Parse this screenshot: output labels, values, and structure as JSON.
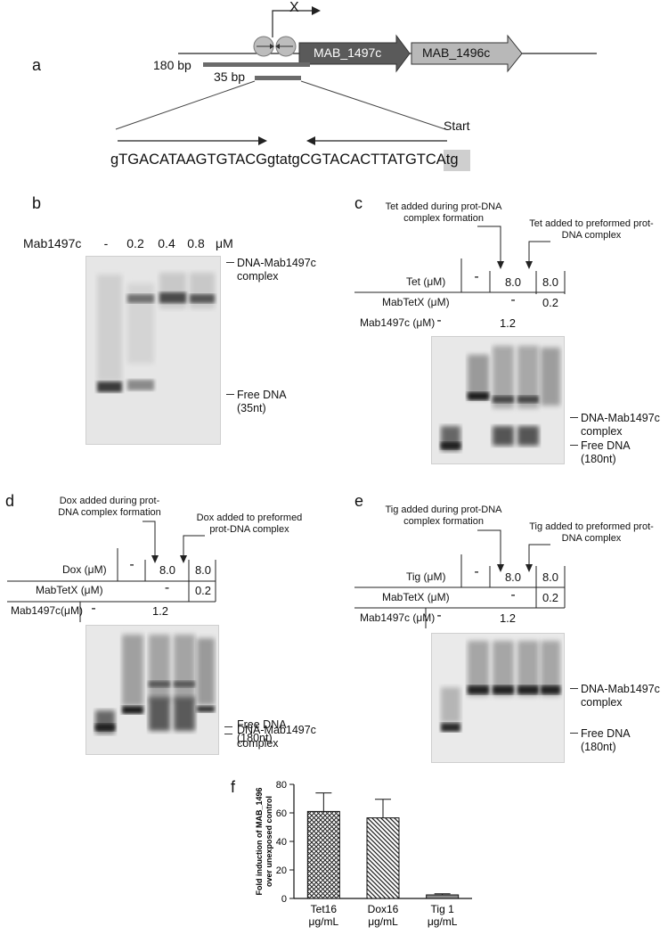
{
  "panel_labels": {
    "a": "a",
    "b": "b",
    "c": "c",
    "d": "d",
    "e": "e",
    "f": "f"
  },
  "panel_a": {
    "repress_symbol": "X",
    "gene1": "MAB_1497c",
    "gene2": "MAB_1496c",
    "frag1": "180 bp",
    "frag2": "35 bp",
    "start": "Start",
    "seq_pre": "gTGACATAAGTGTACGgtatgCGTACACTTATGTC",
    "seq_atg": "Atg"
  },
  "panel_b": {
    "row_label": "Mab1497c",
    "concs": [
      "-",
      "0.2",
      "0.4",
      "0.8"
    ],
    "unit": "μM",
    "complex_label": "DNA-Mab1497c complex",
    "free_label": "Free DNA (35nt)"
  },
  "panel_c": {
    "note_during": "Tet added during prot-DNA complex formation",
    "note_pre": "Tet added to preformed prot-DNA complex",
    "row1": "Tet (μM)",
    "row2": "MabTetX (μM)",
    "row3": "Mab1497c (μM)",
    "minus": "-",
    "v80": "8.0",
    "v02": "0.2",
    "v12": "1.2",
    "complex_label": "DNA-Mab1497c complex",
    "free_label": "Free DNA (180nt)"
  },
  "panel_d": {
    "note_during": "Dox added during prot-DNA complex formation",
    "note_pre": "Dox added to preformed prot-DNA complex",
    "row1": "Dox (μM)",
    "row2": "MabTetX (μM)",
    "row3": "Mab1497c(μM)",
    "minus": "-",
    "v80": "8.0",
    "v02": "0.2",
    "v12": "1.2",
    "complex_label": "DNA-Mab1497c complex",
    "free_label": "Free DNA (180nt)"
  },
  "panel_e": {
    "note_during": "Tig added during prot-DNA complex formation",
    "note_pre": "Tig added to preformed prot-DNA complex",
    "row1": "Tig (μM)",
    "row2": "MabTetX (μM)",
    "row3": "Mab1497c (μM)",
    "minus": "-",
    "v80": "8.0",
    "v02": "0.2",
    "v12": "1.2",
    "complex_label": "DNA-Mab1497c complex",
    "free_label": "Free DNA (180nt)"
  },
  "chart_data": {
    "type": "bar",
    "categories": [
      "Tet16\nμg/mL",
      "Dox16\nμg/mL",
      "Tig 1\nμg/mL"
    ],
    "values": [
      61,
      56.5,
      2.5
    ],
    "errors": [
      13,
      13,
      0.8
    ],
    "ylabel": "Fold induction of MAB_1496 over unexposed control",
    "ylim": [
      0,
      80
    ],
    "yticks": [
      0,
      20,
      40,
      60,
      80
    ],
    "fills": [
      "crosshatch",
      "diagonal",
      "gray"
    ]
  }
}
